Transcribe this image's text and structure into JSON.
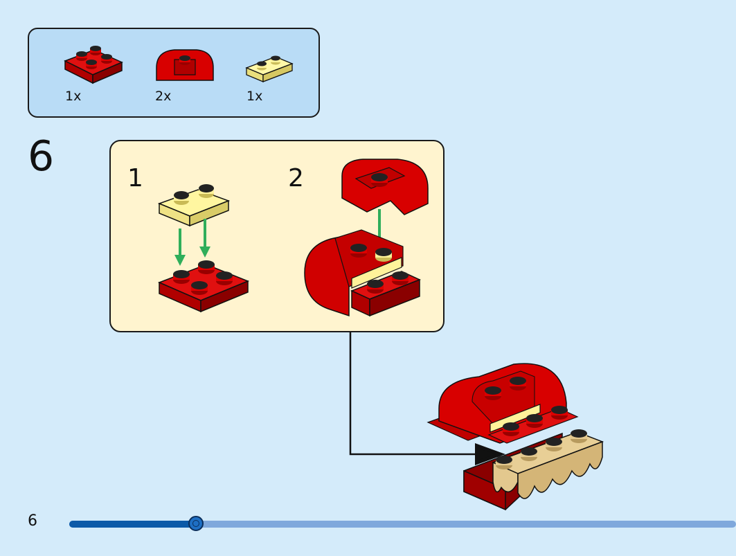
{
  "parts_list": {
    "items": [
      {
        "name": "red-plate-2x2",
        "qty": "1x",
        "color": "#d40000"
      },
      {
        "name": "red-curved-brick",
        "qty": "2x",
        "color": "#d40000"
      },
      {
        "name": "light-yellow-plate-1x2",
        "qty": "1x",
        "color": "#fff59a"
      }
    ]
  },
  "step": {
    "number": "6",
    "substeps": [
      "1",
      "2"
    ]
  },
  "page": {
    "number": "6",
    "progress_fraction": 0.19
  },
  "colors": {
    "background": "#d4ebfa",
    "parts_box": "#b9dcf6",
    "callout": "#fff4cf",
    "red": "#d40000",
    "yellow": "#fff59a",
    "tan": "#e3c88e",
    "arrow_green": "#2fae5a"
  }
}
